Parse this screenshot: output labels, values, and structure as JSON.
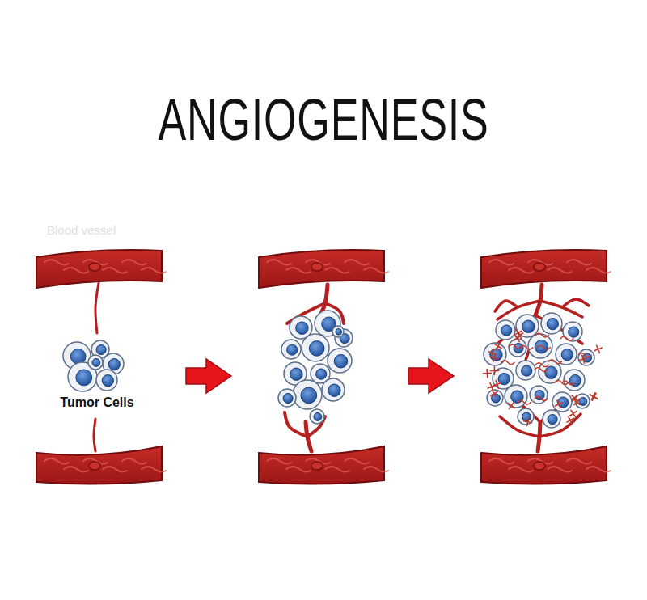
{
  "diagram": {
    "title": "ANGIOGENESIS",
    "labels": [
      "Blood vessel",
      "Tumor Cells"
    ]
  }
}
